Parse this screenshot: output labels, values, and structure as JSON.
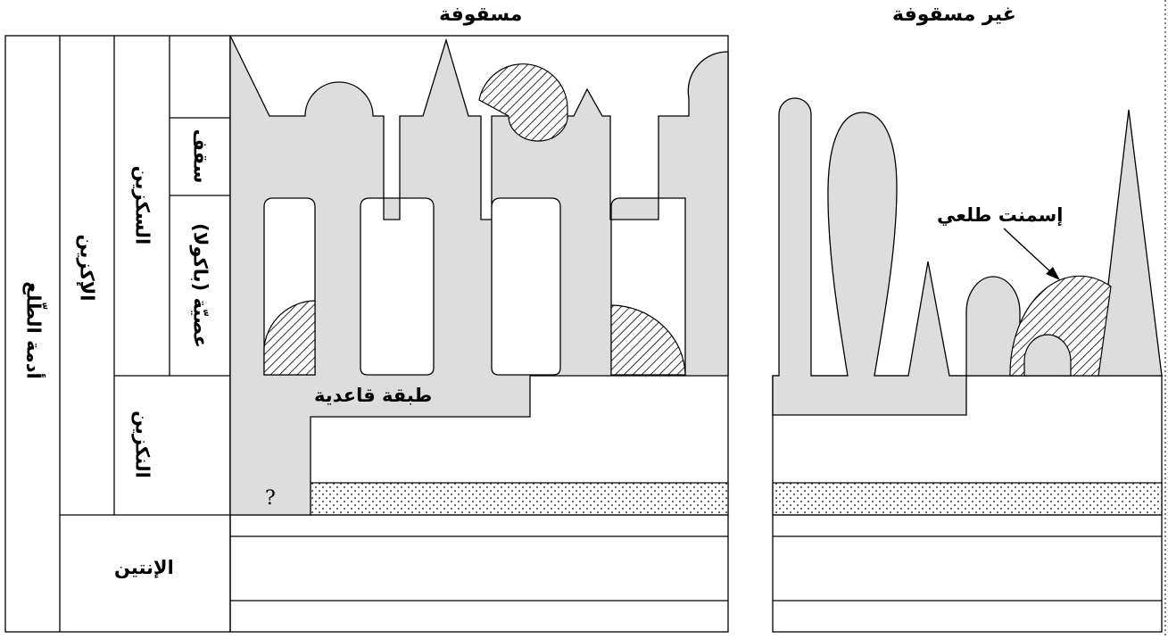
{
  "headers": {
    "roofed": "مسقوفة",
    "unroofed": "غير مسقوفة"
  },
  "columns": {
    "era": "أدمة الطّلع",
    "subera_upper": "الإكزين",
    "sexine": "السكزين",
    "nexine": "النكزين",
    "tectum": "سقف",
    "columellae": "عصيّة (باكولا)",
    "intine": "الإنتين"
  },
  "annotations": {
    "foot_layer": "طبقة قاعدية",
    "unknown_mark": "?",
    "supratectal_cement": "إسمنت طلعي"
  },
  "colors": {
    "fill_grey": "#dddddd",
    "stroke": "#000000",
    "background": "#ffffff"
  }
}
